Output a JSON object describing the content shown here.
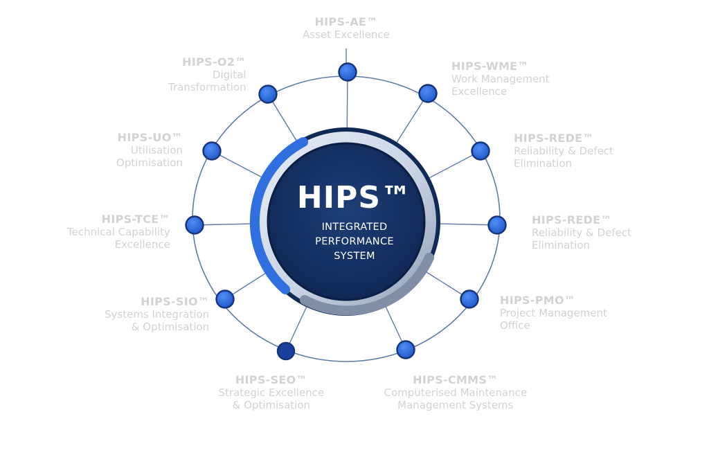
{
  "center": {
    "title": "HIPS™",
    "subtitle": "INTEGRATED\nPERFORMANCE\nSYSTEM"
  },
  "colors": {
    "center_fill": "#163466",
    "ring_blue": "#2f6fe0",
    "node_fill": "#2f6fe0",
    "node_stroke": "#14337a",
    "spoke": "#5b7aa6",
    "label": "#d2d2d6"
  },
  "nodes": [
    {
      "code": "HIPS-AE™",
      "name": "Asset Excellence"
    },
    {
      "code": "HIPS-WME™",
      "name": "Work Management\nExcellence"
    },
    {
      "code": "HIPS-REDE™",
      "name": "Reliability & Defect\nElimination"
    },
    {
      "code": "HIPS-REDE™",
      "name": "Reliability & Defect\nElimination"
    },
    {
      "code": "HIPS-PMO™",
      "name": "Project Management\nOffice"
    },
    {
      "code": "HIPS-CMMS™",
      "name": "Computerised Maintenance\nManagement Systems"
    },
    {
      "code": "HIPS-SEO™",
      "name": "Strategic Excellence\n& Optimisation"
    },
    {
      "code": "HIPS-SIO™",
      "name": "Systems Integration\n& Optimisation"
    },
    {
      "code": "HIPS-TCE™",
      "name": "Technical Capability\nExcellence"
    },
    {
      "code": "HIPS-UO™",
      "name": "Utilisation\nOptimisation"
    },
    {
      "code": "HIPS-O2™",
      "name": "Digital\nTransformation"
    }
  ]
}
